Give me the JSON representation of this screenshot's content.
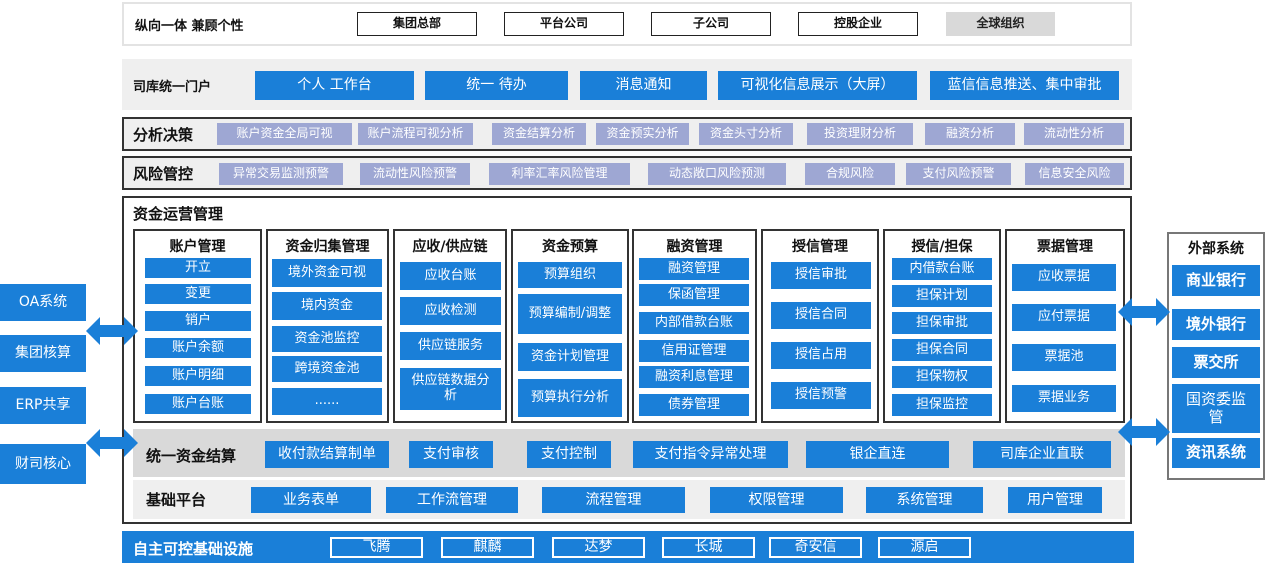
{
  "row1": {
    "title": "纵向一体 兼顾个性",
    "items": [
      "集团总部",
      "平台公司",
      "子公司",
      "控股企业"
    ],
    "gray_item": "全球组织"
  },
  "portal": {
    "title": "司库统一门户",
    "items": [
      "个人 工作台",
      "统一 待办",
      "消息通知",
      "可视化信息展示（大屏）",
      "蓝信信息推送、集中审批"
    ]
  },
  "analysis": {
    "title": "分析决策",
    "items": [
      "账户资金全局可视",
      "账户流程可视分析",
      "资金结算分析",
      "资金预实分析",
      "资金头寸分析",
      "投资理财分析",
      "融资分析",
      "流动性分析"
    ]
  },
  "risk": {
    "title": "风险管控",
    "items": [
      "异常交易监测预警",
      "流动性风险预警",
      "利率汇率风险管理",
      "动态敞口风险预测",
      "合规风险",
      "支付风险预警",
      "信息安全风险"
    ]
  },
  "ops": {
    "title": "资金运营管理",
    "columns": [
      {
        "title": "账户管理",
        "items": [
          "开立",
          "变更",
          "销户",
          "账户余额",
          "账户明细",
          "账户台账"
        ]
      },
      {
        "title": "资金归集管理",
        "items": [
          "境外资金可视",
          "境内资金",
          "资金池监控",
          "跨境资金池",
          "......"
        ]
      },
      {
        "title": "应收/供应链",
        "items": [
          "应收台账",
          "应收检测",
          "供应链服务",
          "供应链数据分析"
        ]
      },
      {
        "title": "资金预算",
        "items": [
          "预算组织",
          "预算编制/调整",
          "资金计划管理",
          "预算执行分析"
        ]
      },
      {
        "title": "融资管理",
        "items": [
          "融资管理",
          "保函管理",
          "内部借款台账",
          "信用证管理",
          "融资利息管理",
          "债券管理"
        ]
      },
      {
        "title": "授信管理",
        "items": [
          "授信审批",
          "授信合同",
          "授信占用",
          "授信预警"
        ]
      },
      {
        "title": "授信/担保",
        "items": [
          "内借款台账",
          "担保计划",
          "担保审批",
          "担保合同",
          "担保物权",
          "担保监控"
        ]
      },
      {
        "title": "票据管理",
        "items": [
          "应收票据",
          "应付票据",
          "票据池",
          "票据业务"
        ]
      }
    ],
    "settlement": {
      "title": "统一资金结算",
      "items": [
        "收付款结算制单",
        "支付审核",
        "支付控制",
        "支付指令异常处理",
        "银企直连",
        "司库企业直联"
      ]
    },
    "platform": {
      "title": "基础平台",
      "items": [
        "业务表单",
        "工作流管理",
        "流程管理",
        "权限管理",
        "系统管理",
        "用户管理"
      ]
    }
  },
  "infra": {
    "title": "自主可控基础设施",
    "items": [
      "飞腾",
      "麒麟",
      "达梦",
      "长城",
      "奇安信",
      "源启"
    ]
  },
  "left_systems": [
    "OA系统",
    "集团核算",
    "ERP共享",
    "财司核心"
  ],
  "external": {
    "title": "外部系统",
    "items": [
      "商业银行",
      "境外银行",
      "票交所",
      "国资委监管",
      "资讯系统"
    ]
  },
  "colors": {
    "blue": "#1a7fd8",
    "lavender": "#9ea7d3",
    "band_gray": "#efefef"
  }
}
